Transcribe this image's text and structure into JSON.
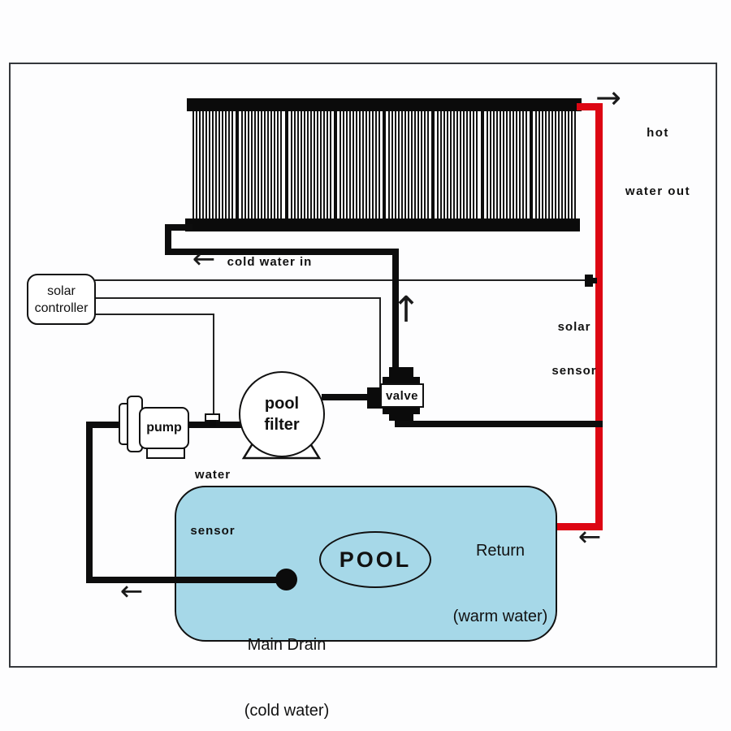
{
  "hot_water_out": {
    "line1": "hot",
    "line2": "water out"
  },
  "cold_water_in": {
    "label": "cold water in"
  },
  "solar_controller": {
    "line1": "solar",
    "line2": "controller"
  },
  "solar_sensor": {
    "line1": "solar",
    "line2": "sensor"
  },
  "water_sensor": {
    "line1": "water",
    "line2": "sensor"
  },
  "pump": {
    "label": "pump"
  },
  "valve": {
    "label": "valve"
  },
  "pool_filter": {
    "line1": "pool",
    "line2": "filter"
  },
  "pool": {
    "label": "POOL",
    "return_line1": "Return",
    "return_line2": "(warm water)",
    "main_drain_line1": "Main Drain",
    "main_drain_line2": "(cold water)"
  },
  "icons": {
    "arrow_right": "→",
    "arrow_left": "←",
    "arrow_up": "↑"
  },
  "colors": {
    "hot_pipe": "#dd0613",
    "cold_pipe": "#0d0d0d",
    "pool_fill": "#a6d8e8",
    "frame": "#35383c"
  }
}
